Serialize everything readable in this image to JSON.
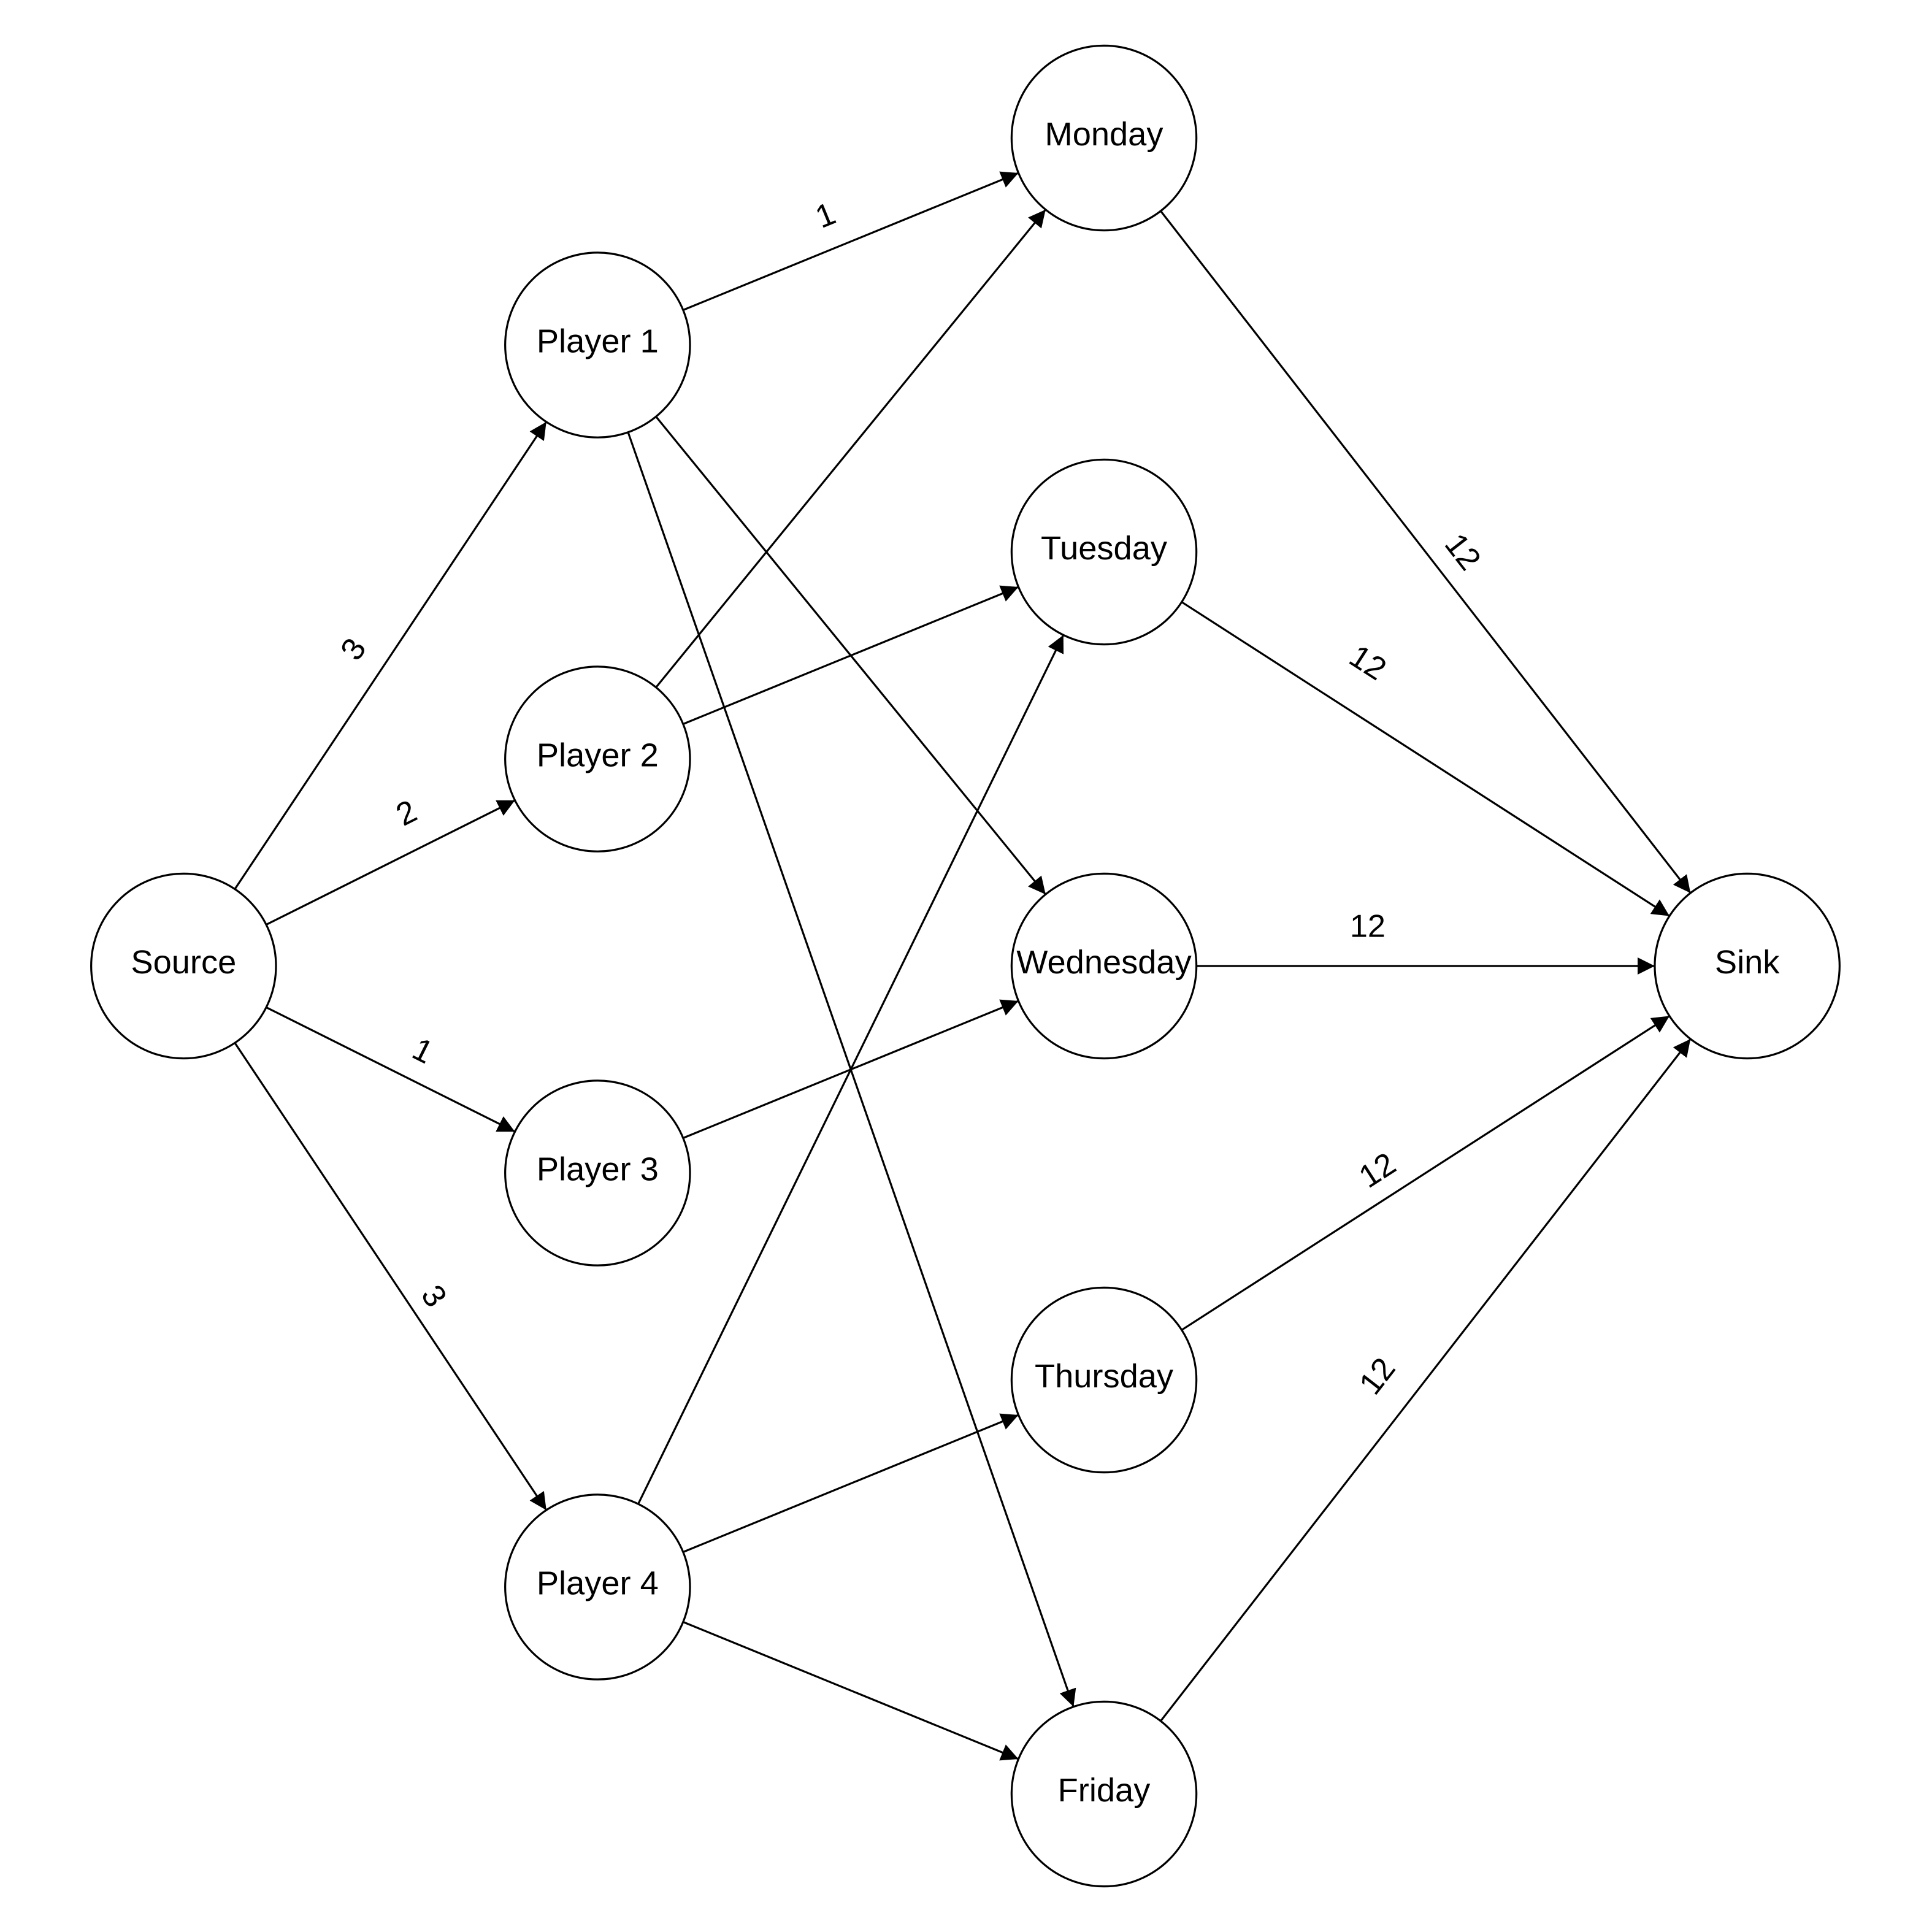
{
  "nodes": [
    {
      "id": "source",
      "label": "Source"
    },
    {
      "id": "p1",
      "label": "Player 1"
    },
    {
      "id": "p2",
      "label": "Player 2"
    },
    {
      "id": "p3",
      "label": "Player 3"
    },
    {
      "id": "p4",
      "label": "Player 4"
    },
    {
      "id": "mon",
      "label": "Monday"
    },
    {
      "id": "tue",
      "label": "Tuesday"
    },
    {
      "id": "wed",
      "label": "Wednesday"
    },
    {
      "id": "thu",
      "label": "Thursday"
    },
    {
      "id": "fri",
      "label": "Friday"
    },
    {
      "id": "sink",
      "label": "Sink"
    }
  ],
  "edges": [
    {
      "from": "source",
      "to": "p1",
      "label": "3"
    },
    {
      "from": "source",
      "to": "p2",
      "label": "2"
    },
    {
      "from": "source",
      "to": "p3",
      "label": "1"
    },
    {
      "from": "source",
      "to": "p4",
      "label": "3"
    },
    {
      "from": "p1",
      "to": "mon",
      "label": "1"
    },
    {
      "from": "p1",
      "to": "wed",
      "label": ""
    },
    {
      "from": "p1",
      "to": "fri",
      "label": ""
    },
    {
      "from": "p2",
      "to": "mon",
      "label": ""
    },
    {
      "from": "p2",
      "to": "tue",
      "label": ""
    },
    {
      "from": "p3",
      "to": "wed",
      "label": ""
    },
    {
      "from": "p4",
      "to": "tue",
      "label": ""
    },
    {
      "from": "p4",
      "to": "thu",
      "label": ""
    },
    {
      "from": "p4",
      "to": "fri",
      "label": ""
    },
    {
      "from": "mon",
      "to": "sink",
      "label": "12"
    },
    {
      "from": "tue",
      "to": "sink",
      "label": "12"
    },
    {
      "from": "wed",
      "to": "sink",
      "label": "12"
    },
    {
      "from": "thu",
      "to": "sink",
      "label": "12"
    },
    {
      "from": "fri",
      "to": "sink",
      "label": "12"
    }
  ]
}
